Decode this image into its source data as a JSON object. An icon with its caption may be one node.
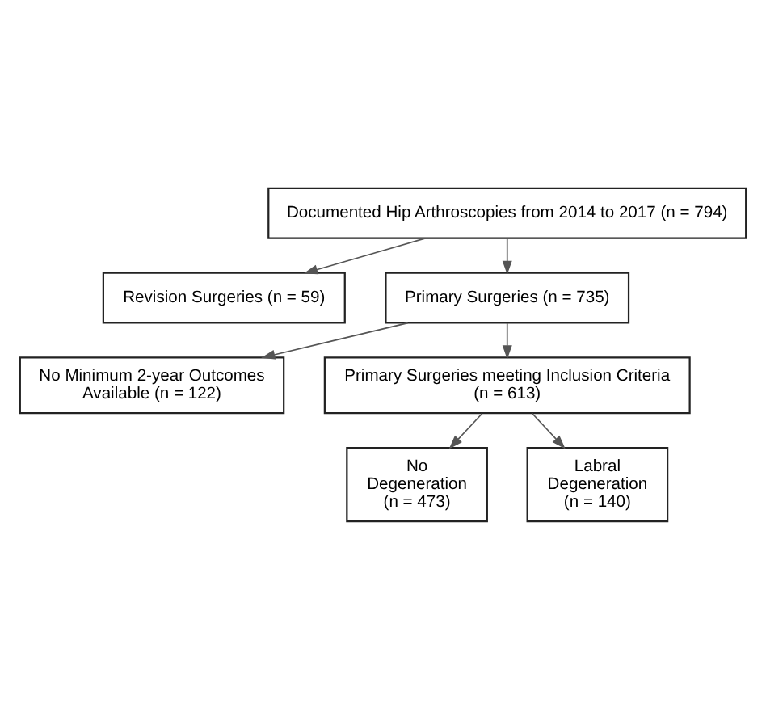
{
  "diagram": {
    "nodes": [
      {
        "text": [
          "Documented Hip Arthroscopies from 2014 to 2017 (n = 794)"
        ]
      },
      {
        "text": [
          "Revision Surgeries (n = 59)"
        ]
      },
      {
        "text": [
          "Primary Surgeries (n = 735)"
        ]
      },
      {
        "text": [
          "No Minimum 2-year Outcomes Available (n = 122)"
        ]
      },
      {
        "text": [
          "Primary Surgeries meeting Inclusion Criteria (n = 613)"
        ]
      },
      {
        "text": [
          "No Degeneration (n = 473)"
        ]
      },
      {
        "text": [
          "Labral Degeneration (n = 140)"
        ]
      }
    ],
    "edges": [
      {
        "from": 0,
        "to": 2,
        "arrow": "to"
      },
      {
        "from": 0,
        "to": 1,
        "arrow": "to"
      },
      {
        "from": 2,
        "to": 4,
        "arrow": "to"
      },
      {
        "from": 2,
        "to": 3,
        "arrow": "to"
      },
      {
        "from": 4,
        "to": 5,
        "arrow": "to"
      },
      {
        "from": 4,
        "to": 6,
        "arrow": "to"
      }
    ]
  }
}
